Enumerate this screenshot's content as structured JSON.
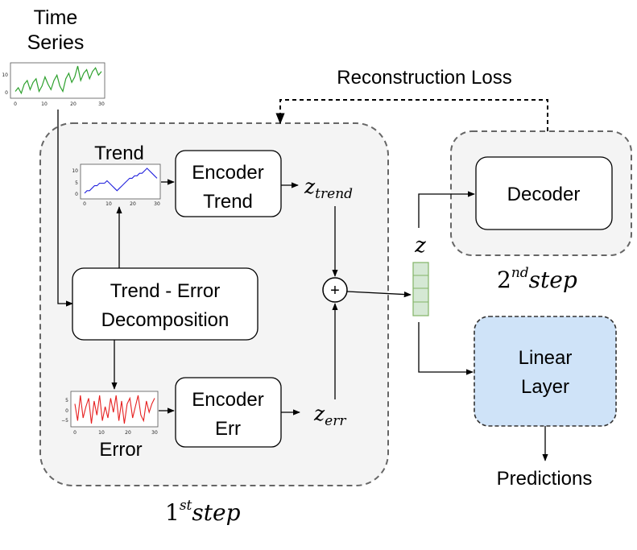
{
  "input": {
    "line1": "Time",
    "line2": "Series"
  },
  "loss": "Reconstruction Loss",
  "decomp": {
    "line1": "Trend - Error",
    "line2": "Decomposition"
  },
  "trend_label": "Trend",
  "error_label": "Error",
  "enc_trend": {
    "line1": "Encoder",
    "line2": "Trend"
  },
  "enc_err": {
    "line1": "Encoder",
    "line2": "Err"
  },
  "z_trend": {
    "base": "z",
    "sub": "trend"
  },
  "z_err": {
    "base": "z",
    "sub": "err"
  },
  "z": "z",
  "plus": "+",
  "decoder": "Decoder",
  "linear": {
    "line1": "Linear",
    "line2": "Layer"
  },
  "predictions": "Predictions",
  "step1": {
    "num": "1",
    "sup": "st",
    "word": "step"
  },
  "step2": {
    "num": "2",
    "sup": "nd",
    "word": "step"
  },
  "colors": {
    "series": "#2ca02c",
    "trend": "#2222dd",
    "error": "#e62020",
    "linear_fill": "#cfe3f8",
    "z_fill": "#d5e8d4",
    "z_stroke": "#82b366",
    "panel_fill": "#f4f4f4",
    "panel_stroke": "#666666"
  },
  "thumbnails": {
    "series": {
      "yticks": [
        "10",
        "0"
      ],
      "xticks": [
        "0",
        "10",
        "20",
        "30"
      ],
      "values": [
        2,
        4,
        1,
        6,
        8,
        3,
        7,
        9,
        2,
        5,
        10,
        6,
        3,
        8,
        11,
        5,
        2,
        9,
        12,
        7,
        10,
        16,
        8,
        12,
        14,
        9,
        13,
        15,
        11,
        13
      ]
    },
    "trend": {
      "yticks": [
        "10",
        "5",
        "0"
      ],
      "xticks": [
        "0",
        "10",
        "20",
        "30"
      ],
      "values": [
        1,
        2,
        2,
        3,
        4,
        4,
        5,
        5,
        5,
        6,
        5,
        4,
        3,
        2,
        3,
        4,
        5,
        6,
        7,
        7,
        8,
        8,
        9,
        9,
        10,
        11,
        10,
        9,
        8,
        7
      ]
    },
    "error": {
      "yticks": [
        "5",
        "0",
        "−5"
      ],
      "xticks": [
        "0",
        "10",
        "20",
        "30"
      ],
      "values": [
        2,
        -4,
        5,
        -3,
        1,
        4,
        -5,
        3,
        -2,
        5,
        -4,
        1,
        -3,
        4,
        -1,
        5,
        -4,
        3,
        -5,
        2,
        4,
        -3,
        1,
        5,
        -2,
        -4,
        3,
        -1,
        2,
        4
      ]
    }
  }
}
